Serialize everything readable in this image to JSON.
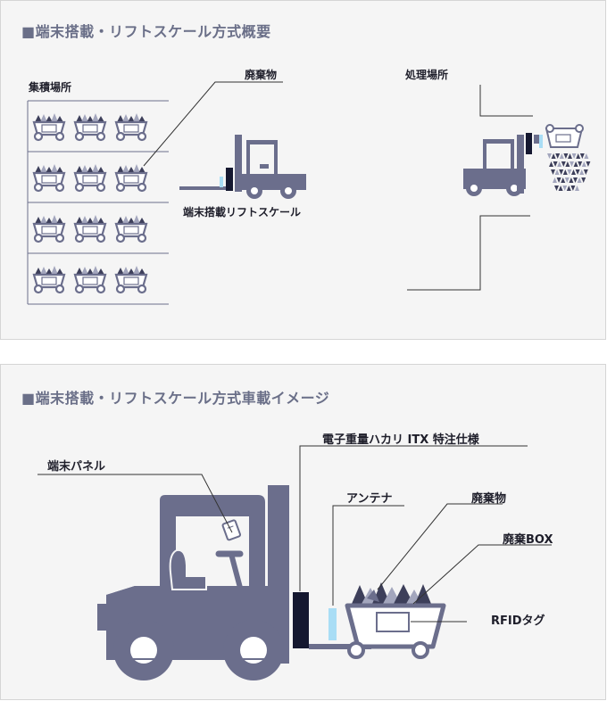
{
  "section1": {
    "title": "■端末搭載・リフトスケール方式概要",
    "labels": {
      "collection_area": "集積場所",
      "waste": "廃棄物",
      "processing_area": "処理場所",
      "terminal_lift_scale": "端末搭載リフトスケール"
    },
    "cart_rows": 4,
    "carts_per_row": 3
  },
  "section2": {
    "title": "■端末搭載・リフトスケール方式車載イメージ",
    "labels": {
      "terminal_panel": "端末パネル",
      "scale_product": "電子重量ハカリ ITX 特注仕様",
      "antenna": "アンテナ",
      "waste": "廃棄物",
      "waste_box": "廃棄BOX",
      "rfid_tag": "RFIDタグ"
    }
  },
  "colors": {
    "forklift": "#6b6e8c",
    "scale_dark": "#151830",
    "antenna_light": "#a9ddf5",
    "waste_dark": "#3d3f5a",
    "waste_light": "#a3a6bd",
    "title": "#6a6f88",
    "panel_bg": "#f5f5f5"
  }
}
